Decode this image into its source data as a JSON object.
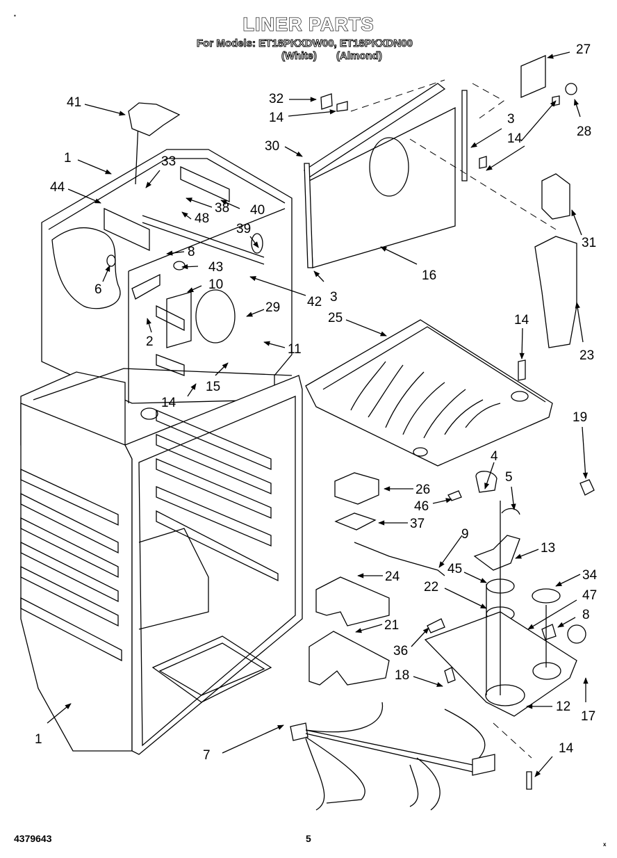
{
  "header": {
    "title": "LINER PARTS",
    "models_line": "For Models: ET18PKXDW00, ET18PKXDN00",
    "variants": [
      "(White)",
      "(Almond)"
    ]
  },
  "footer": {
    "document_number": "4379643",
    "page_number": "5",
    "corner_mark_top": "▪",
    "corner_mark_bottom": "x"
  },
  "callouts": [
    {
      "id": "c41",
      "label": "41"
    },
    {
      "id": "c1a",
      "label": "1"
    },
    {
      "id": "c33",
      "label": "33"
    },
    {
      "id": "c44",
      "label": "44"
    },
    {
      "id": "c38",
      "label": "38"
    },
    {
      "id": "c40",
      "label": "40"
    },
    {
      "id": "c48",
      "label": "48"
    },
    {
      "id": "c39",
      "label": "39"
    },
    {
      "id": "c8a",
      "label": "8"
    },
    {
      "id": "c43",
      "label": "43"
    },
    {
      "id": "c6",
      "label": "6"
    },
    {
      "id": "c10",
      "label": "10"
    },
    {
      "id": "c42",
      "label": "42"
    },
    {
      "id": "c29",
      "label": "29"
    },
    {
      "id": "c2",
      "label": "2"
    },
    {
      "id": "c11",
      "label": "11"
    },
    {
      "id": "c15",
      "label": "15"
    },
    {
      "id": "c14a",
      "label": "14"
    },
    {
      "id": "c32",
      "label": "32"
    },
    {
      "id": "c14b",
      "label": "14"
    },
    {
      "id": "c30",
      "label": "30"
    },
    {
      "id": "c3a",
      "label": "3"
    },
    {
      "id": "c14c",
      "label": "14"
    },
    {
      "id": "c27",
      "label": "27"
    },
    {
      "id": "c28",
      "label": "28"
    },
    {
      "id": "c31",
      "label": "31"
    },
    {
      "id": "c16",
      "label": "16"
    },
    {
      "id": "c3b",
      "label": "3"
    },
    {
      "id": "c25",
      "label": "25"
    },
    {
      "id": "c14d",
      "label": "14"
    },
    {
      "id": "c23",
      "label": "23"
    },
    {
      "id": "c19",
      "label": "19"
    },
    {
      "id": "c4",
      "label": "4"
    },
    {
      "id": "c5",
      "label": "5"
    },
    {
      "id": "c26",
      "label": "26"
    },
    {
      "id": "c46",
      "label": "46"
    },
    {
      "id": "c37",
      "label": "37"
    },
    {
      "id": "c9",
      "label": "9"
    },
    {
      "id": "c13",
      "label": "13"
    },
    {
      "id": "c45",
      "label": "45"
    },
    {
      "id": "c34",
      "label": "34"
    },
    {
      "id": "c24",
      "label": "24"
    },
    {
      "id": "c22",
      "label": "22"
    },
    {
      "id": "c47",
      "label": "47"
    },
    {
      "id": "c8b",
      "label": "8"
    },
    {
      "id": "c21",
      "label": "21"
    },
    {
      "id": "c36",
      "label": "36"
    },
    {
      "id": "c18",
      "label": "18"
    },
    {
      "id": "c12",
      "label": "12"
    },
    {
      "id": "c17",
      "label": "17"
    },
    {
      "id": "c1b",
      "label": "1"
    },
    {
      "id": "c7",
      "label": "7"
    },
    {
      "id": "c14e",
      "label": "14"
    }
  ]
}
